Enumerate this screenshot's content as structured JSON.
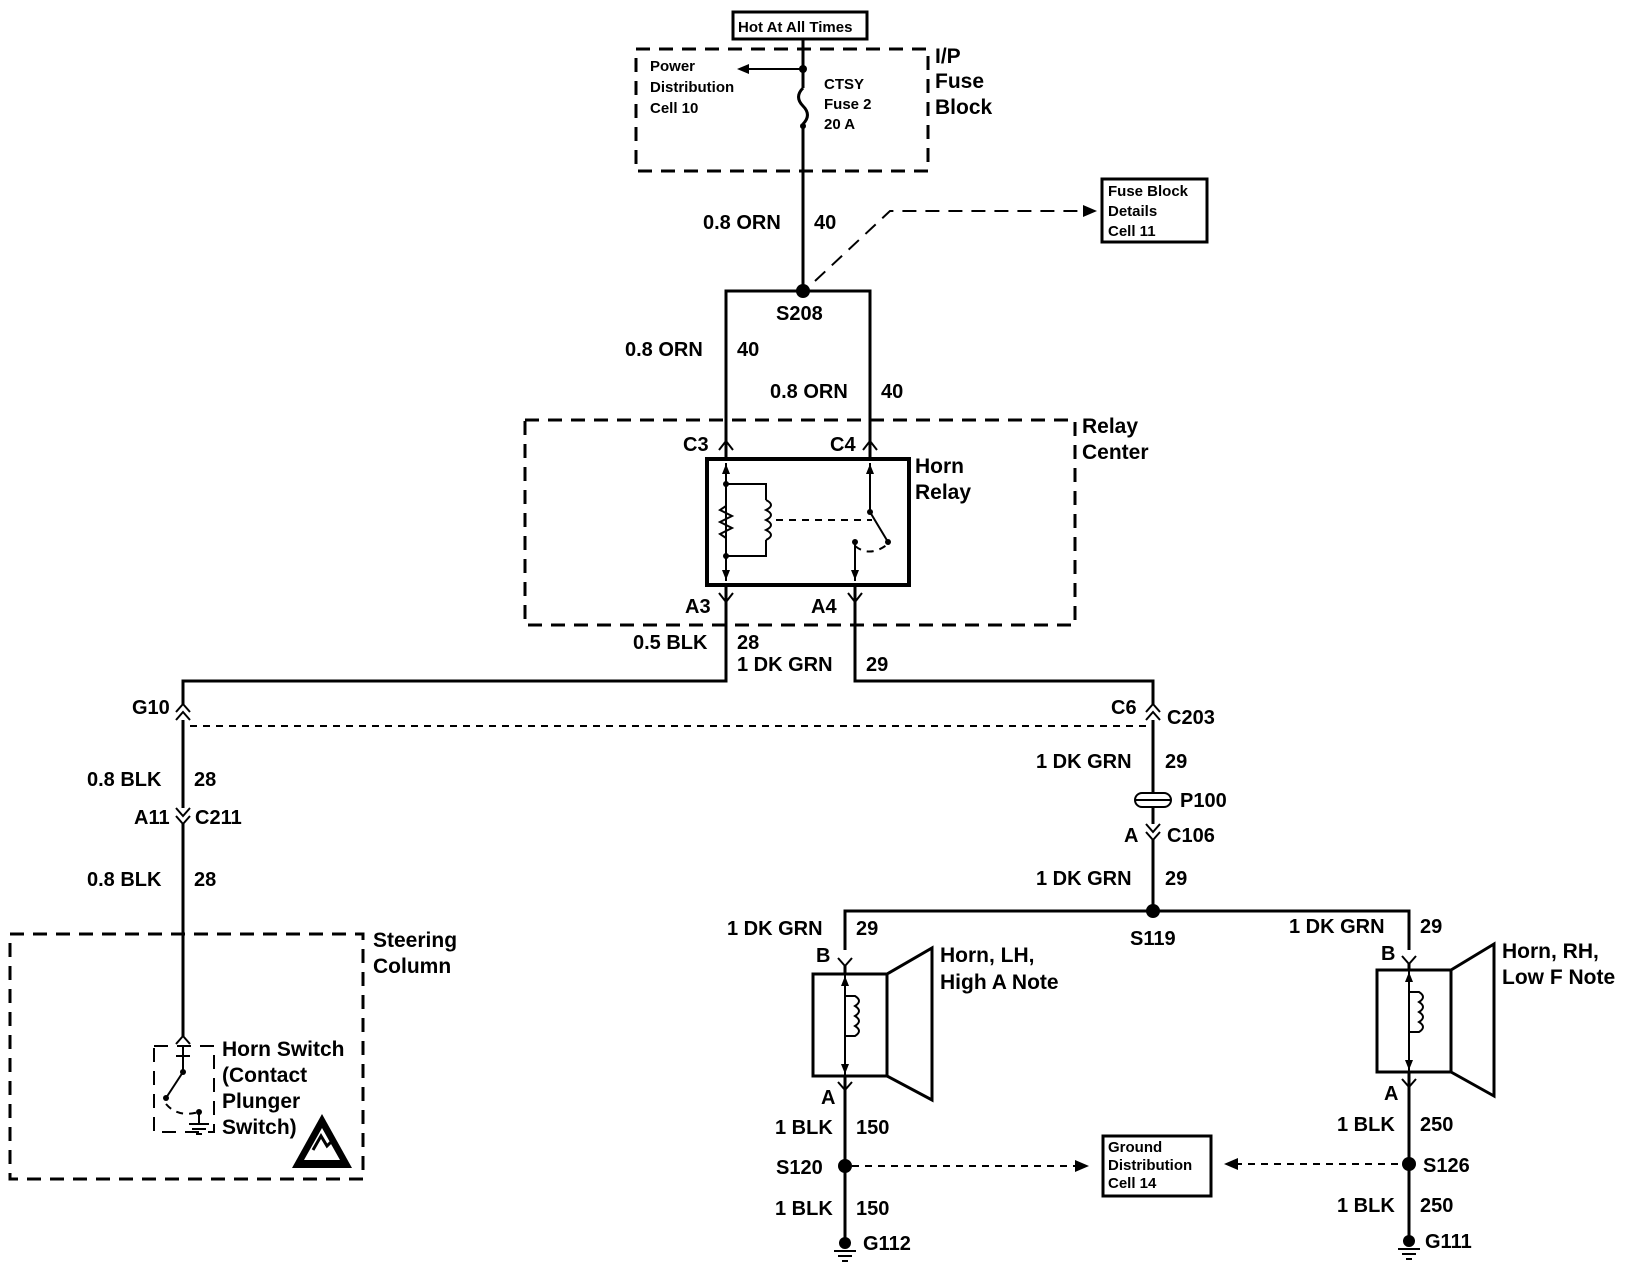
{
  "header_box": "Hot At All Times",
  "fuse": {
    "block_line1": "I/P",
    "block_line2": "Fuse",
    "block_line3": "Block",
    "pd_line1": "Power",
    "pd_line2": "Distribution",
    "pd_line3": "Cell 10",
    "fuse_line1": "CTSY",
    "fuse_line2": "Fuse 2",
    "fuse_line3": "20 A"
  },
  "fuse_details": {
    "line1": "Fuse Block",
    "line2": "Details",
    "line3": "Cell 11"
  },
  "wires": {
    "orn_main": "0.8 ORN",
    "orn_main_circ": "40",
    "orn_left": "0.8 ORN",
    "orn_left_circ": "40",
    "orn_right": "0.8 ORN",
    "orn_right_circ": "40",
    "blk_relay": "0.5 BLK",
    "blk_relay_circ": "28",
    "grn_relay": "1 DK GRN",
    "grn_relay_circ": "29",
    "blk_upper": "0.8 BLK",
    "blk_upper_circ": "28",
    "blk_lower": "0.8 BLK",
    "blk_lower_circ": "28",
    "grn_c203": "1 DK GRN",
    "grn_c203_circ": "29",
    "grn_c106": "1 DK GRN",
    "grn_c106_circ": "29",
    "grn_lh": "1 DK GRN",
    "grn_lh_circ": "29",
    "grn_rh": "1 DK GRN",
    "grn_rh_circ": "29",
    "blk_lh_top": "1 BLK",
    "blk_lh_top_circ": "150",
    "blk_lh_bot": "1 BLK",
    "blk_lh_bot_circ": "150",
    "blk_rh_top": "1 BLK",
    "blk_rh_top_circ": "250",
    "blk_rh_bot": "1 BLK",
    "blk_rh_bot_circ": "250"
  },
  "splices": {
    "s208": "S208",
    "s119": "S119",
    "s120": "S120",
    "s126": "S126"
  },
  "relay_center": {
    "line1": "Relay",
    "line2": "Center",
    "relay_line1": "Horn",
    "relay_line2": "Relay",
    "c3": "C3",
    "c4": "C4",
    "a3": "A3",
    "a4": "A4"
  },
  "connectors": {
    "g10": "G10",
    "c6": "C6",
    "c203": "C203",
    "p100": "P100",
    "a_c106": "A",
    "c106": "C106",
    "a11": "A11",
    "c211": "C211",
    "b_lh": "B",
    "a_lh": "A",
    "b_rh": "B",
    "a_rh": "A"
  },
  "steering": {
    "line1": "Steering",
    "line2": "Column",
    "switch_line1": "Horn Switch",
    "switch_line2": "(Contact",
    "switch_line3": "Plunger",
    "switch_line4": "Switch)"
  },
  "horns": {
    "lh_line1": "Horn, LH,",
    "lh_line2": "High A Note",
    "rh_line1": "Horn, RH,",
    "rh_line2": "Low F Note"
  },
  "ground_dist": {
    "line1": "Ground",
    "line2": "Distribution",
    "line3": "Cell 14"
  },
  "grounds": {
    "g112": "G112",
    "g111": "G111"
  }
}
